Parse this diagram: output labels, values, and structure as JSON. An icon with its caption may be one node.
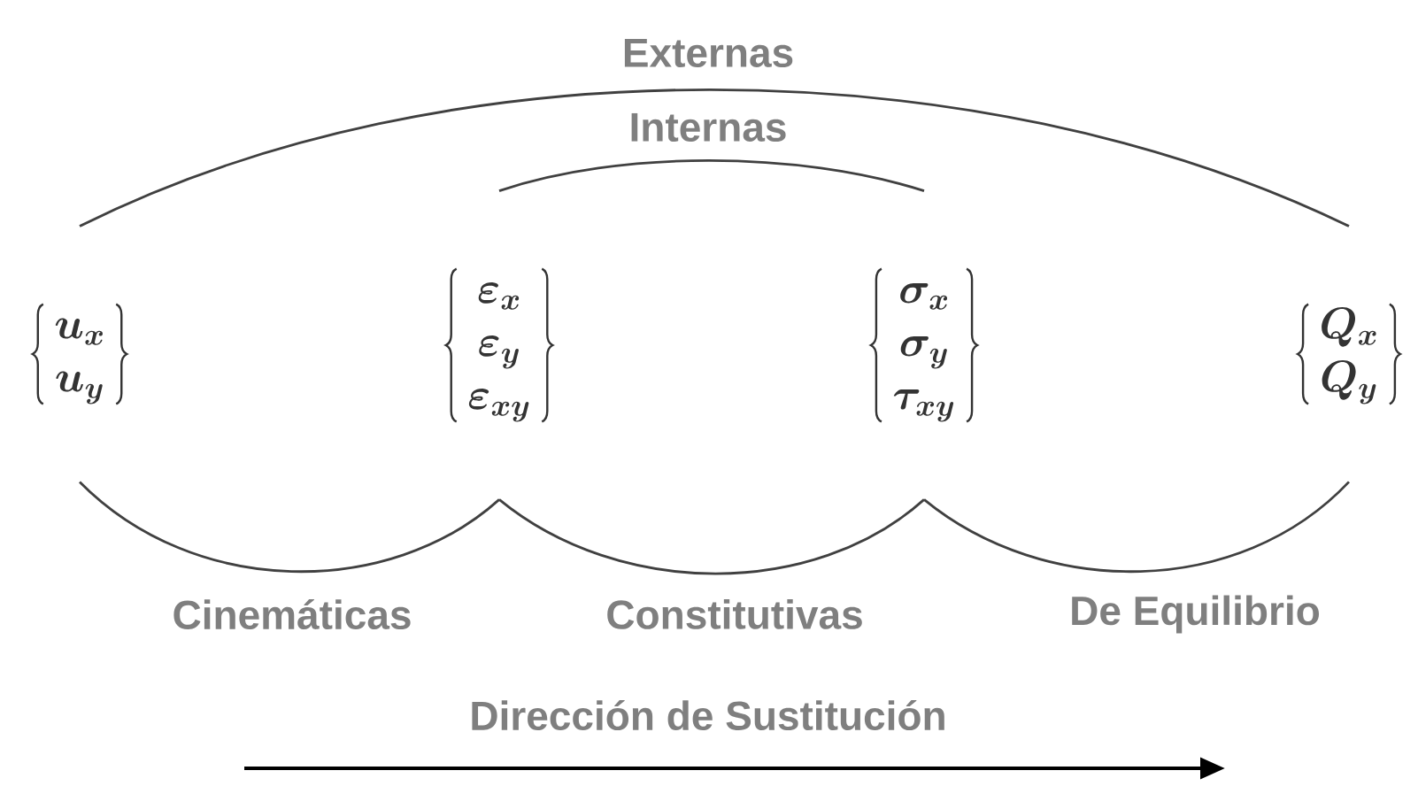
{
  "diagram": {
    "nodes": [
      {
        "text": [
          "u_x",
          "u_y"
        ]
      },
      {
        "text": [
          "\\varepsilon_x",
          "\\varepsilon_y",
          "\\varepsilon_{xy}"
        ]
      },
      {
        "text": [
          "\\sigma_x",
          "\\sigma_y",
          "\\tau_{xy}"
        ]
      },
      {
        "text": [
          "Q_x",
          "Q_y"
        ]
      }
    ],
    "edges": [
      {
        "from": 0,
        "to": 3,
        "arrow": "none",
        "label": "Externas"
      },
      {
        "from": 1,
        "to": 2,
        "arrow": "none",
        "label": "Internas"
      },
      {
        "from": 0,
        "to": 1,
        "arrow": "none",
        "label": "Cinemáticas"
      },
      {
        "from": 1,
        "to": 2,
        "arrow": "none",
        "label": "Constitutivas"
      },
      {
        "from": 2,
        "to": 3,
        "arrow": "none",
        "label": "De Equilibrio"
      }
    ],
    "labels": [
      "Dirección de Sustitución"
    ]
  }
}
